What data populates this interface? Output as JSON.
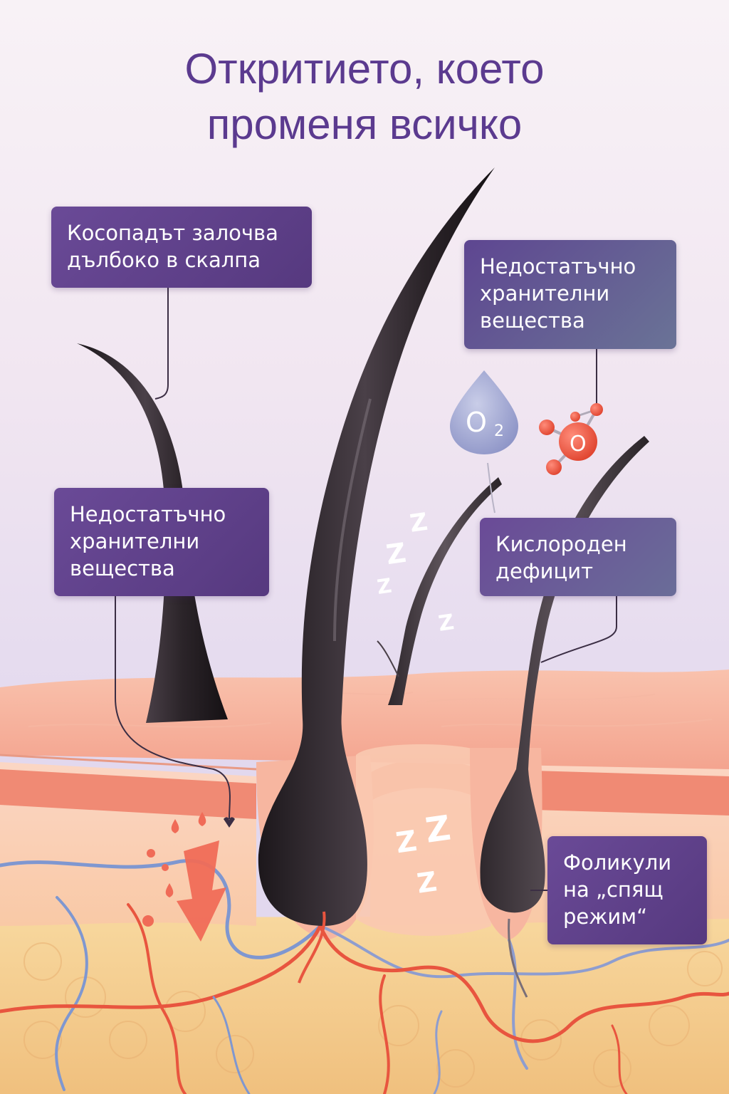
{
  "title": {
    "line1": "Откритието, което",
    "line2": "променя всичко"
  },
  "callouts": {
    "hair_loss": {
      "line1": "Косопадът залочва",
      "line2": "дълбоко в скалпа"
    },
    "nutrients_top": {
      "line1": "Недостатъчно",
      "line2": "хранителни",
      "line3": "вещества"
    },
    "nutrients_left": {
      "line1": "Недостатъчно",
      "line2": "хранителни",
      "line3": "вещества"
    },
    "oxygen_deficit": {
      "line1": "Кислороден",
      "line2": "дефицит"
    },
    "dormant_follicles": {
      "line1": "Фоликули",
      "line2": "на „спящ",
      "line3": "режим“"
    }
  },
  "icons": {
    "oxygen_drop": {
      "symbol": "O",
      "subscript": "2"
    },
    "molecule": {
      "symbol": "O"
    },
    "sleep": "Z"
  },
  "colors": {
    "title": "#5b3a8f",
    "callout_bg": "#5e4188",
    "hair": "#2a2228",
    "skin": "#f4a894",
    "fat": "#f4cc8a",
    "artery": "#e8553f",
    "vein": "#7f97d0"
  }
}
